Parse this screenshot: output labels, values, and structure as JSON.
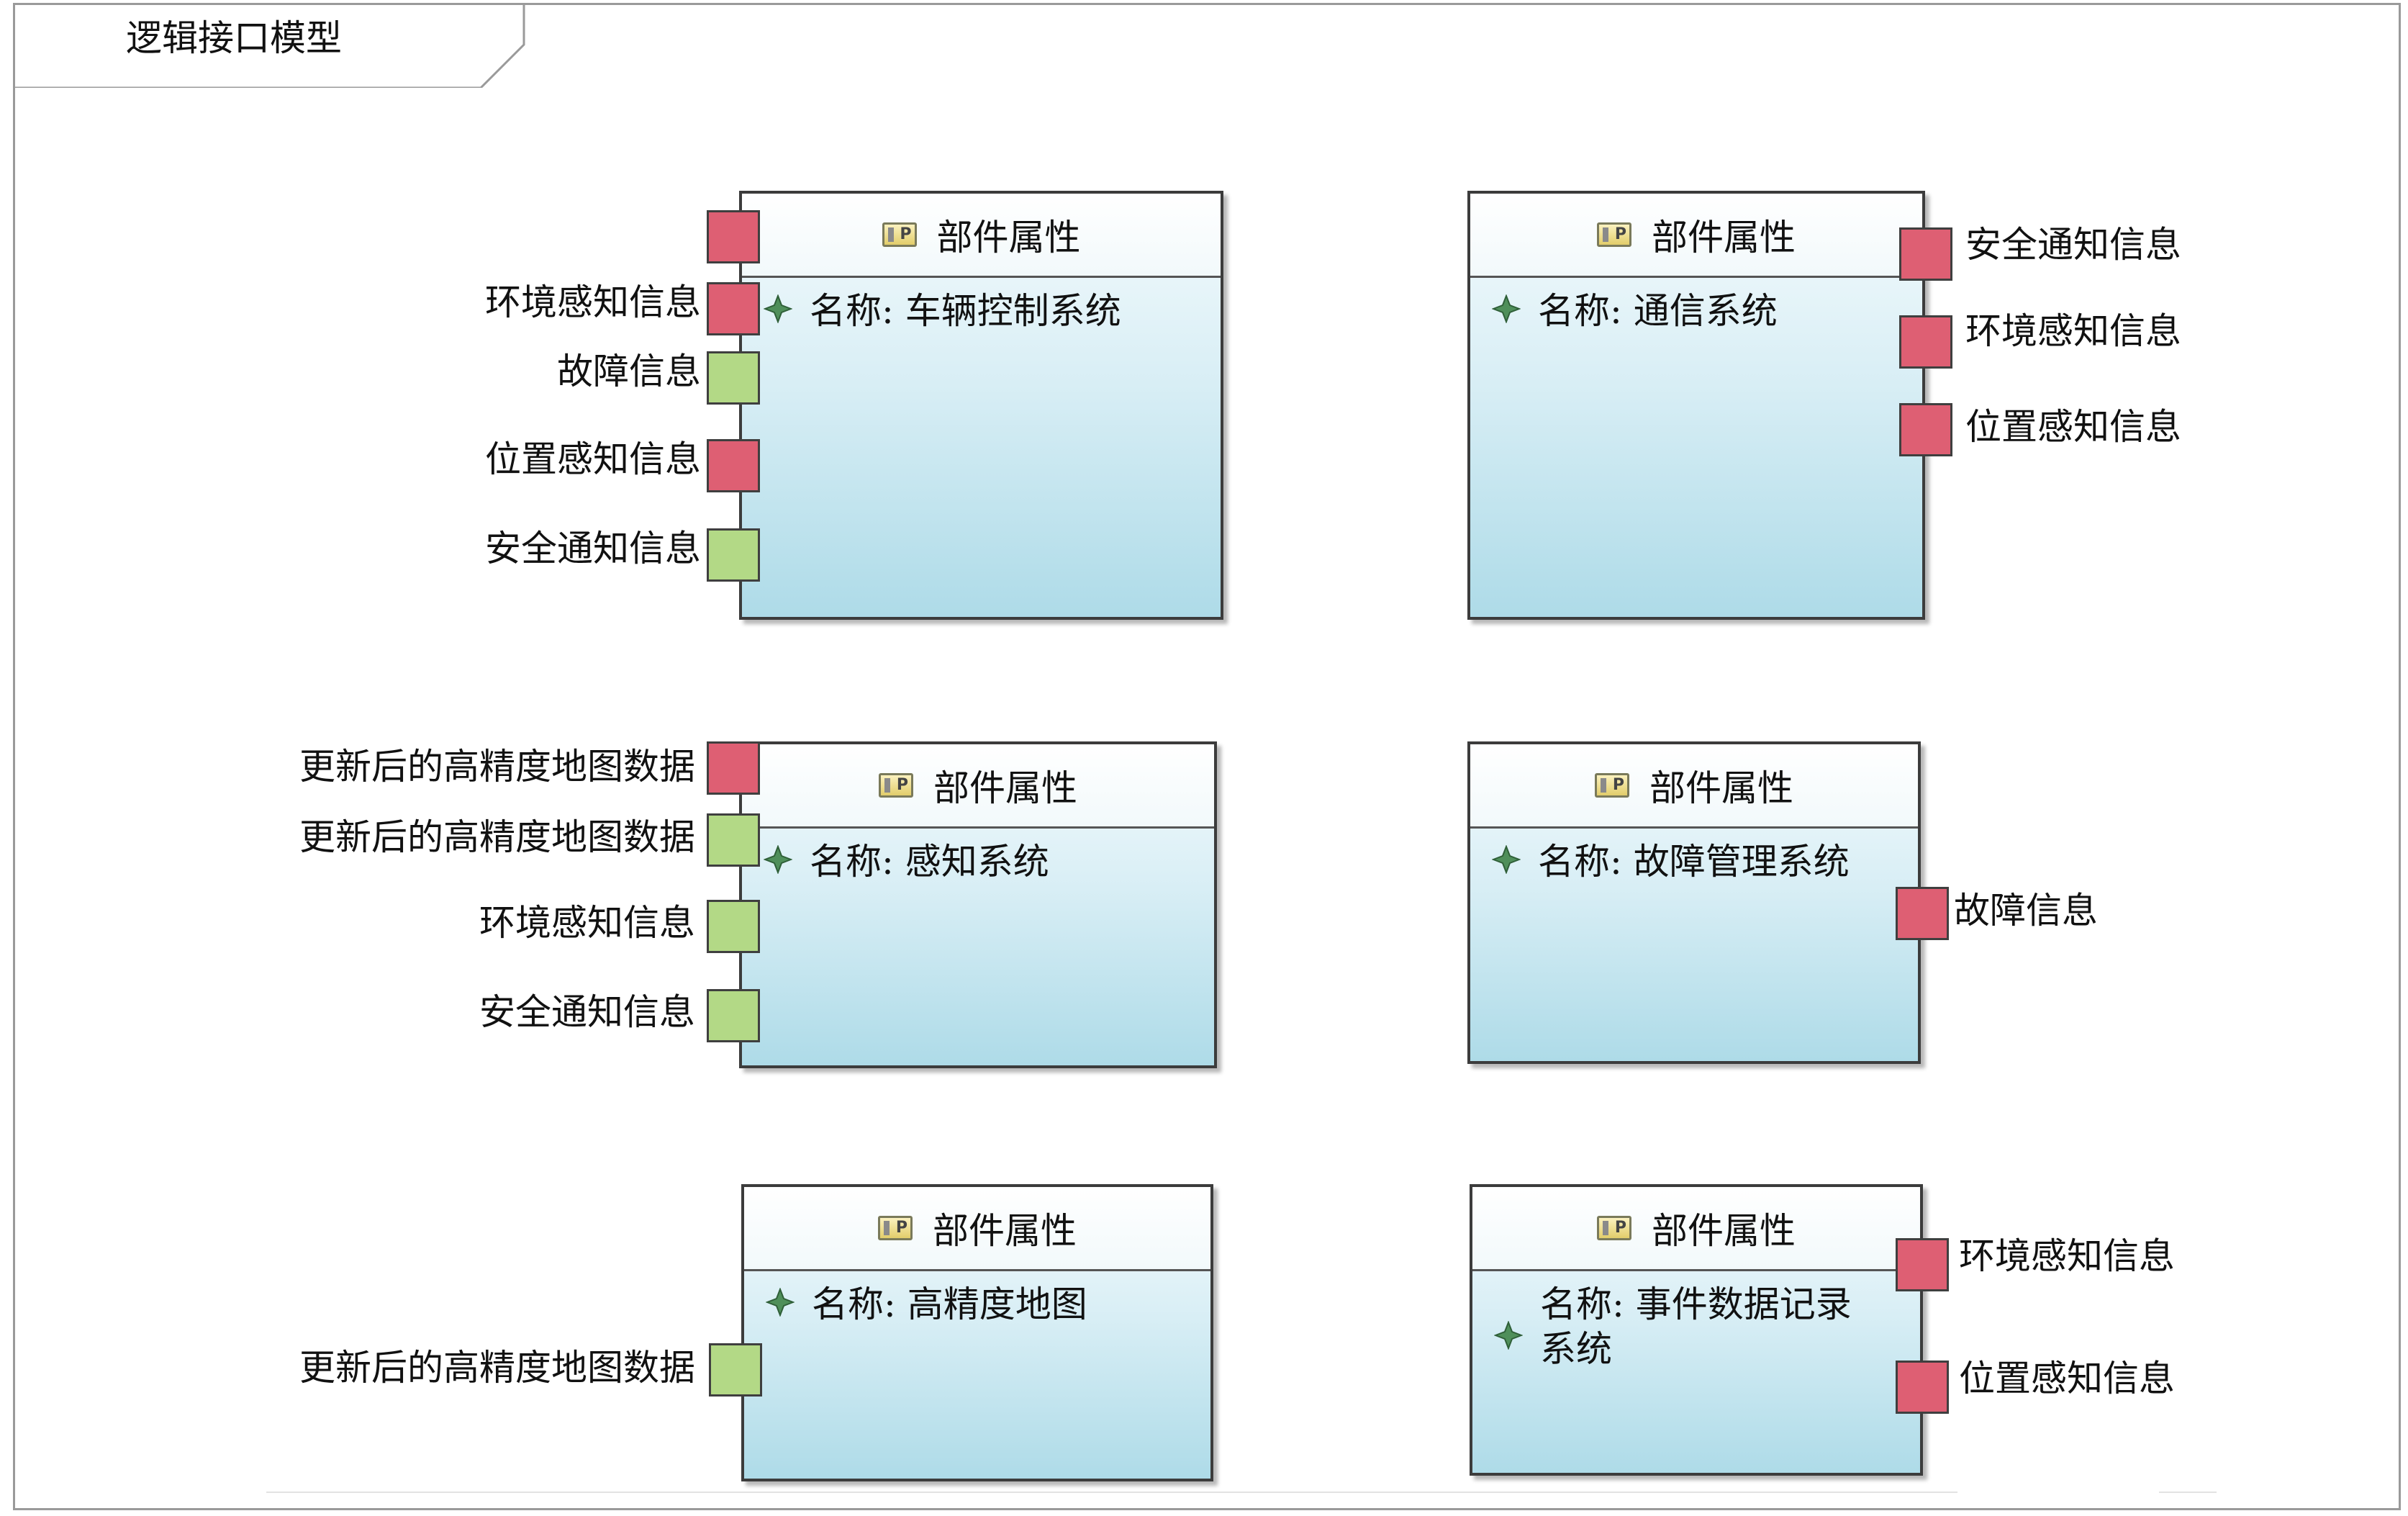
{
  "frame": {
    "title": "逻辑接口模型"
  },
  "stereotype_letter": "P",
  "blocks": [
    {
      "header": "部件属性",
      "name": "名称: 车辆控制系统",
      "ports": [
        {
          "label": "",
          "color": "red"
        },
        {
          "label": "环境感知信息",
          "color": "red"
        },
        {
          "label": "故障信息",
          "color": "green"
        },
        {
          "label": "位置感知信息",
          "color": "red"
        },
        {
          "label": "安全通知信息",
          "color": "green"
        }
      ]
    },
    {
      "header": "部件属性",
      "name": "名称: 通信系统",
      "ports": [
        {
          "label": "安全通知信息",
          "color": "red"
        },
        {
          "label": "环境感知信息",
          "color": "red"
        },
        {
          "label": "位置感知信息",
          "color": "red"
        }
      ]
    },
    {
      "header": "部件属性",
      "name": "名称: 感知系统",
      "ports": [
        {
          "label": "更新后的高精度地图数据",
          "color": "red"
        },
        {
          "label": "更新后的高精度地图数据",
          "color": "green"
        },
        {
          "label": "环境感知信息",
          "color": "green"
        },
        {
          "label": "安全通知信息",
          "color": "green"
        }
      ]
    },
    {
      "header": "部件属性",
      "name": "名称: 故障管理系统",
      "ports": [
        {
          "label": "故障信息",
          "color": "red"
        }
      ]
    },
    {
      "header": "部件属性",
      "name": "名称: 高精度地图",
      "ports": [
        {
          "label": "更新后的高精度地图数据",
          "color": "green"
        }
      ]
    },
    {
      "header": "部件属性",
      "name": "名称: 事件数据记录系统",
      "ports": [
        {
          "label": "环境感知信息",
          "color": "red"
        },
        {
          "label": "位置感知信息",
          "color": "red"
        }
      ]
    }
  ],
  "colors": {
    "port_red": "#de5f73",
    "port_green": "#b3d986",
    "block_gradient_bottom": "#aedbe8",
    "border": "#3c3c3c"
  }
}
